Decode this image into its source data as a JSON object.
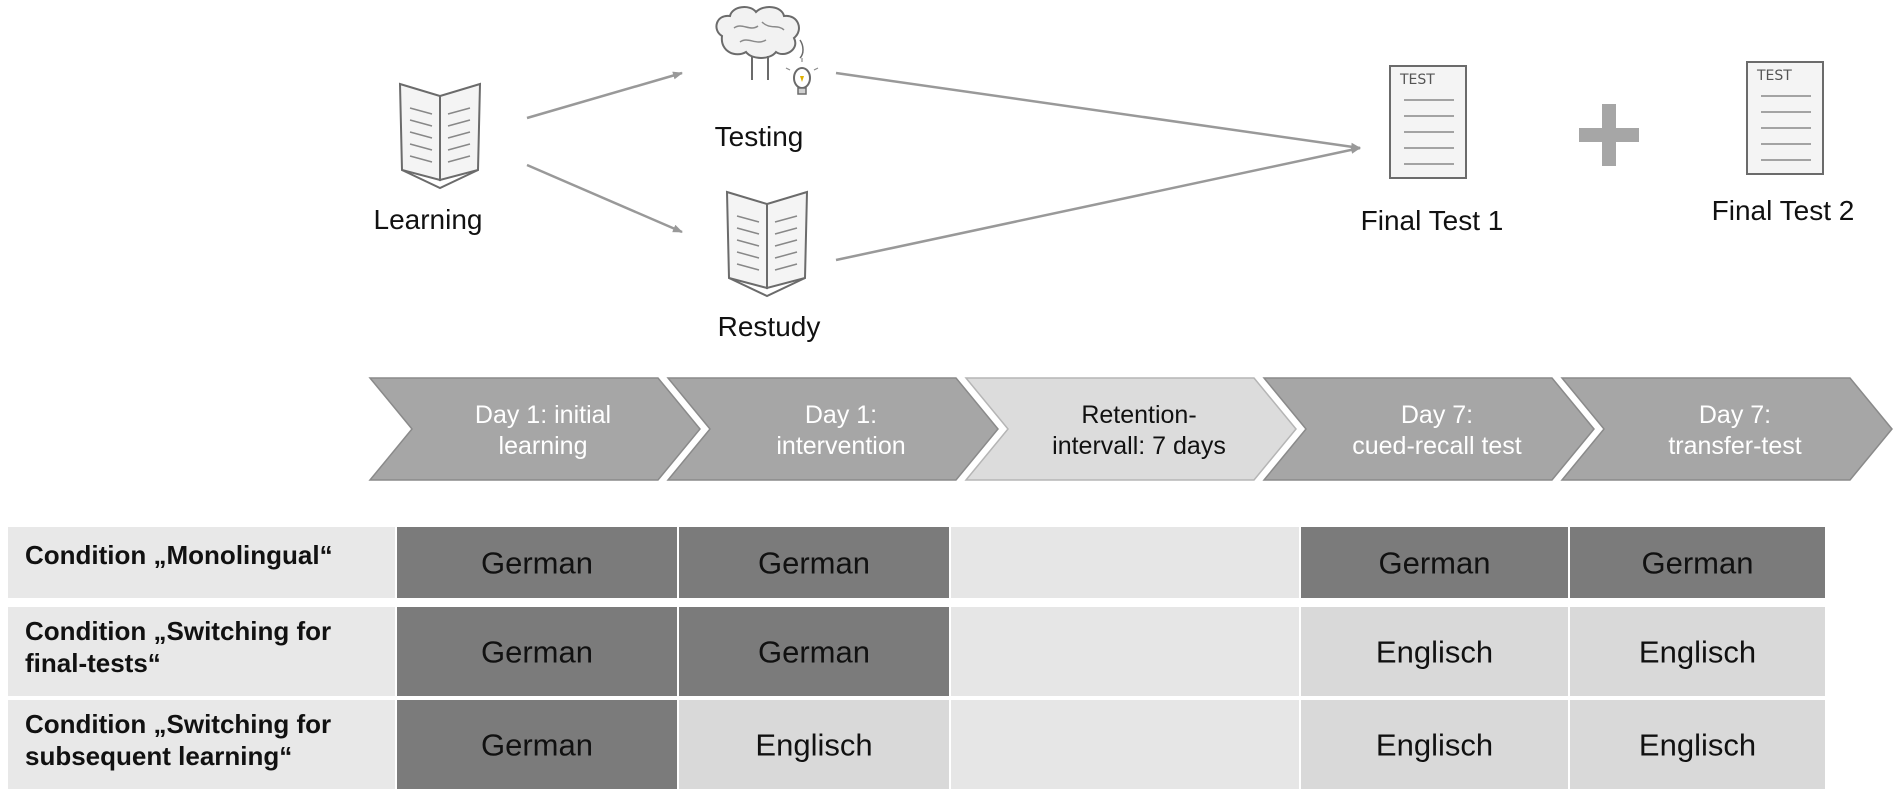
{
  "top": {
    "nodes": {
      "learning": "Learning",
      "testing": "Testing",
      "restudy": "Restudy",
      "final_test_1": "Final Test 1",
      "final_test_2": "Final Test 2"
    },
    "plus_symbol": "+",
    "test_sheet_text": "TEST"
  },
  "timeline": [
    {
      "line1": "Day 1: initial",
      "line2": "learning",
      "shade": "dark"
    },
    {
      "line1": "Day 1:",
      "line2": "intervention",
      "shade": "dark"
    },
    {
      "line1": "Retention-",
      "line2": "intervall: 7 days",
      "shade": "light"
    },
    {
      "line1": "Day 7:",
      "line2": "cued-recall test",
      "shade": "dark"
    },
    {
      "line1": "Day 7:",
      "line2": "transfer-test",
      "shade": "dark"
    }
  ],
  "conditions": [
    {
      "label_line1": "Condition „Monolingual“",
      "label_line2": "",
      "cells": [
        {
          "text": "German",
          "shade": "dark"
        },
        {
          "text": "German",
          "shade": "dark"
        },
        {
          "text": "",
          "shade": "empty"
        },
        {
          "text": "German",
          "shade": "dark"
        },
        {
          "text": "German",
          "shade": "dark"
        }
      ]
    },
    {
      "label_line1": "Condition „Switching for",
      "label_line2": "final-tests“",
      "cells": [
        {
          "text": "German",
          "shade": "dark"
        },
        {
          "text": "German",
          "shade": "dark"
        },
        {
          "text": "",
          "shade": "empty"
        },
        {
          "text": "Englisch",
          "shade": "light"
        },
        {
          "text": "Englisch",
          "shade": "light"
        }
      ]
    },
    {
      "label_line1": "Condition „Switching for",
      "label_line2": "subsequent learning“",
      "cells": [
        {
          "text": "German",
          "shade": "dark"
        },
        {
          "text": "Englisch",
          "shade": "light"
        },
        {
          "text": "",
          "shade": "empty"
        },
        {
          "text": "Englisch",
          "shade": "light"
        },
        {
          "text": "Englisch",
          "shade": "light"
        }
      ]
    }
  ],
  "colors": {
    "dark_cell": "#7b7b7b",
    "light_cell": "#d9d9d9",
    "empty_cell": "#e6e6e6",
    "label_cell": "#e8e8e8",
    "chevron_dark": "#a6a6a6",
    "chevron_light": "#dcdcdc",
    "arrow": "#999999",
    "plus": "#a6a6a6"
  },
  "icons": [
    "open-book-icon",
    "brain-lightbulb-icon",
    "open-book-icon",
    "test-sheet-icon",
    "test-sheet-icon",
    "plus-icon"
  ]
}
